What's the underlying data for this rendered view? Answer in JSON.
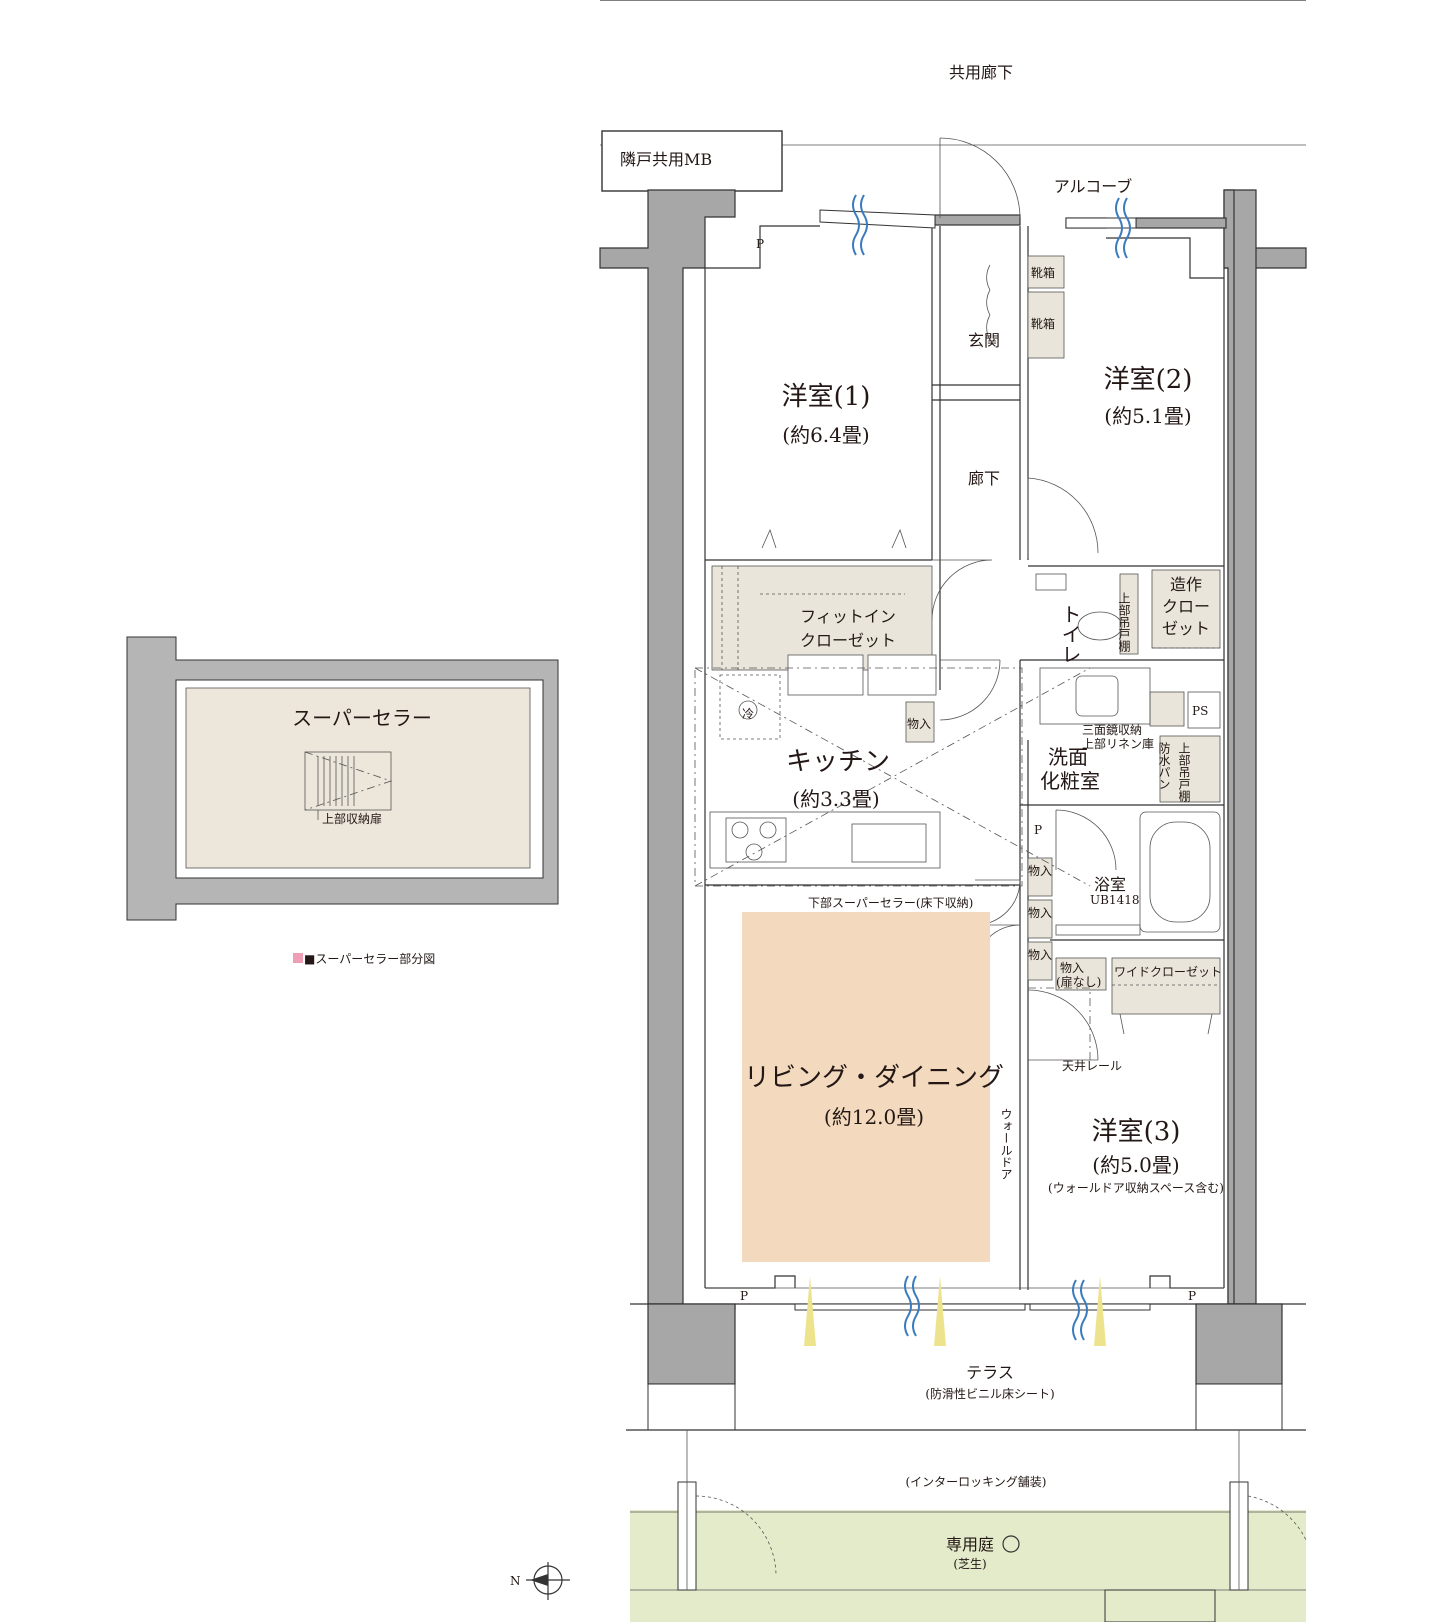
{
  "labels": {
    "corridor_shared": "共用廊下",
    "neighbor_mb": "隣戸共用MB",
    "alcove": "アルコーブ",
    "entrance": "玄関",
    "hallway": "廊下",
    "shoe_box_1": "靴箱",
    "shoe_box_2": "靴箱",
    "room1_name": "洋室(1)",
    "room1_size": "(約6.4畳)",
    "room2_name": "洋室(2)",
    "room2_size": "(約5.1畳)",
    "room3_name": "洋室(3)",
    "room3_size": "(約5.0畳)",
    "room3_note": "(ウォールドア収納スペース含む)",
    "fit_in_closet_1": "フィットイン",
    "fit_in_closet_2": "クローゼット",
    "built_closet_1": "造作",
    "built_closet_2": "クロー",
    "built_closet_3": "ゼット",
    "toilet": "トイレ",
    "upper_shelf": "上部吊戸棚",
    "upper_shelf_2": "上部吊戸棚",
    "ps": "PS",
    "mirror_storage": "三面鏡収納",
    "linen": "上部リネン庫",
    "waterproof_pan": "防水パン",
    "washroom_1": "洗面",
    "washroom_2": "化粧室",
    "kitchen_name": "キッチン",
    "kitchen_size": "(約3.3畳)",
    "storage": "物入",
    "storage_1": "物入",
    "storage_2": "物入",
    "storage_3": "物入",
    "storage_open_1": "物入",
    "storage_open_2": "(扉なし)",
    "bath": "浴室",
    "ub": "UB1418",
    "wide_closet": "ワイドクローゼット",
    "ceiling_rail": "天井レール",
    "wall_door": "ウォールドア",
    "lower_cellar": "下部スーパーセラー(床下収納)",
    "living_name": "リビング・ダイニング",
    "living_size": "(約12.0畳)",
    "terrace": "テラス",
    "terrace_note": "(防滑性ビニル床シート)",
    "interlocking": "(インターロッキング舗装)",
    "garden": "専用庭",
    "garden_note": "(芝生)",
    "p1": "P",
    "p2": "P",
    "p3": "P",
    "p4": "P",
    "refrigerator": "冷",
    "super_cellar": "スーパーセラー",
    "upper_storage_door": "上部収納扉",
    "cellar_caption": "■スーパーセラー部分図",
    "compass_n": "N"
  },
  "colors": {
    "living_highlight": "#f3d9bd",
    "garden": "#e3ebcb",
    "storage_fill": "#e9e5da",
    "cellar_fill": "#ece6db",
    "wall": "#a7a7a7",
    "caption_marker": "#ef9fb5",
    "daylight": "#ece38c",
    "airflow": "#3b7bbf"
  }
}
